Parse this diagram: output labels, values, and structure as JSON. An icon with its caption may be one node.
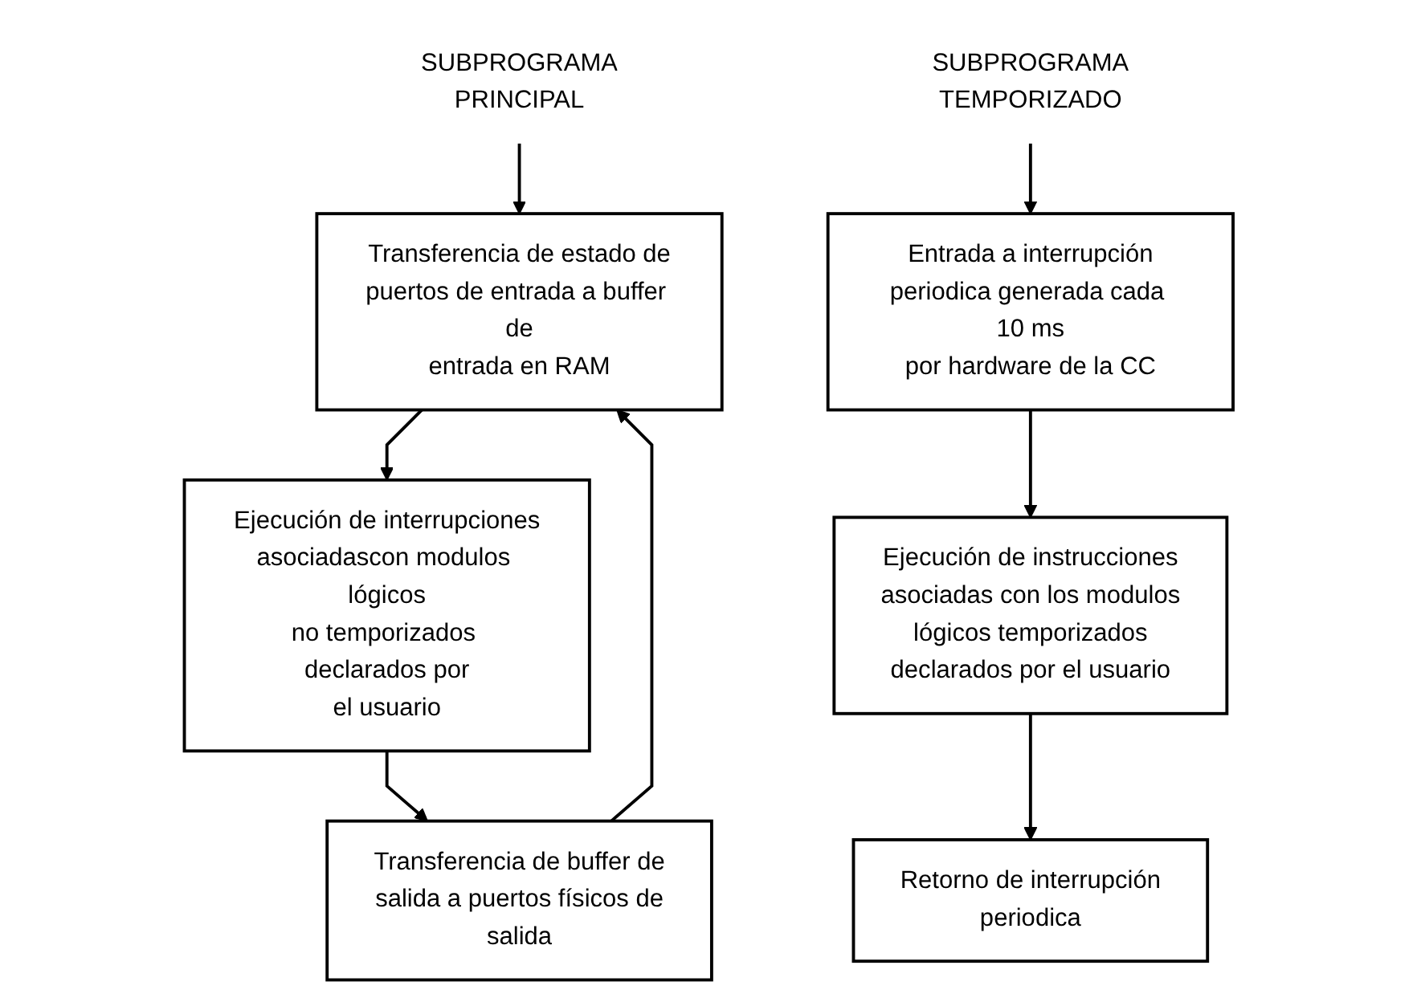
{
  "diagram": {
    "nodes": [
      {
        "text": [
          "SUBPROGRAMA PRINCIPAL"
        ]
      },
      {
        "text": [
          "Transferencia de estado de puertos de entrada a buffer de entrada en RAM"
        ]
      },
      {
        "text": [
          "Ejecución de interrupciones asociadascon modulos lógicos no temporizados declarados por el usuario"
        ]
      },
      {
        "text": [
          "Transferencia de buffer de salida a puertos físicos de salida"
        ]
      },
      {
        "text": [
          "SUBPROGRAMA TEMPORIZADO"
        ]
      },
      {
        "text": [
          "Entrada a interrupción periodica generada cada 10 ms por hardware de la CC"
        ]
      },
      {
        "text": [
          "Ejecución de instrucciones asociadas con los modulos lógicos temporizados declarados por el usuario"
        ]
      },
      {
        "text": [
          "Retorno de interrupción periodica"
        ]
      }
    ],
    "edges": [
      {
        "from": 0,
        "to": 1,
        "arrow": "to"
      },
      {
        "from": 1,
        "to": 2,
        "arrow": "to"
      },
      {
        "from": 2,
        "to": 3,
        "arrow": "to"
      },
      {
        "from": 3,
        "to": 1,
        "arrow": "to"
      },
      {
        "from": 4,
        "to": 5,
        "arrow": "to"
      },
      {
        "from": 5,
        "to": 6,
        "arrow": "to"
      },
      {
        "from": 6,
        "to": 7,
        "arrow": "to"
      }
    ]
  }
}
